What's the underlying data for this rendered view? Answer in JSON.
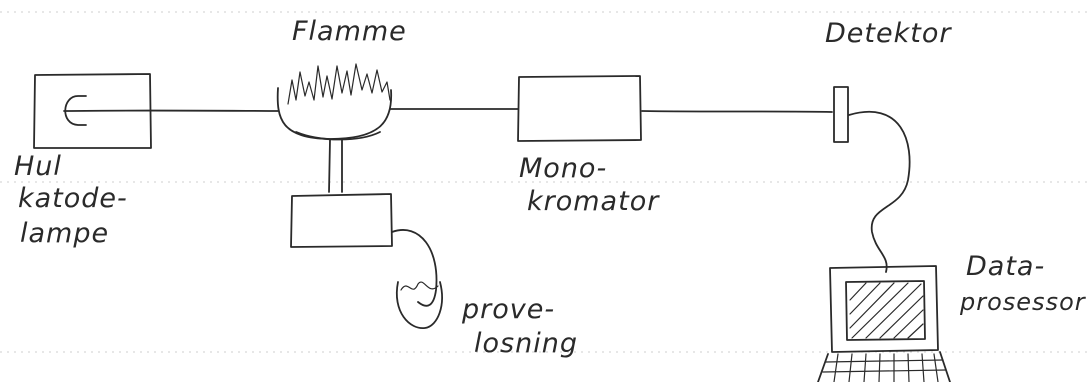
{
  "labels": {
    "flame": "Flamme",
    "detector": "Detektor",
    "lamp": [
      "Hul",
      "katode-",
      "lampe"
    ],
    "monochromator": [
      "Mono-",
      "kromator"
    ],
    "sample": [
      "prove-",
      "losning"
    ],
    "processor": [
      "Data-",
      "prosessor"
    ]
  }
}
